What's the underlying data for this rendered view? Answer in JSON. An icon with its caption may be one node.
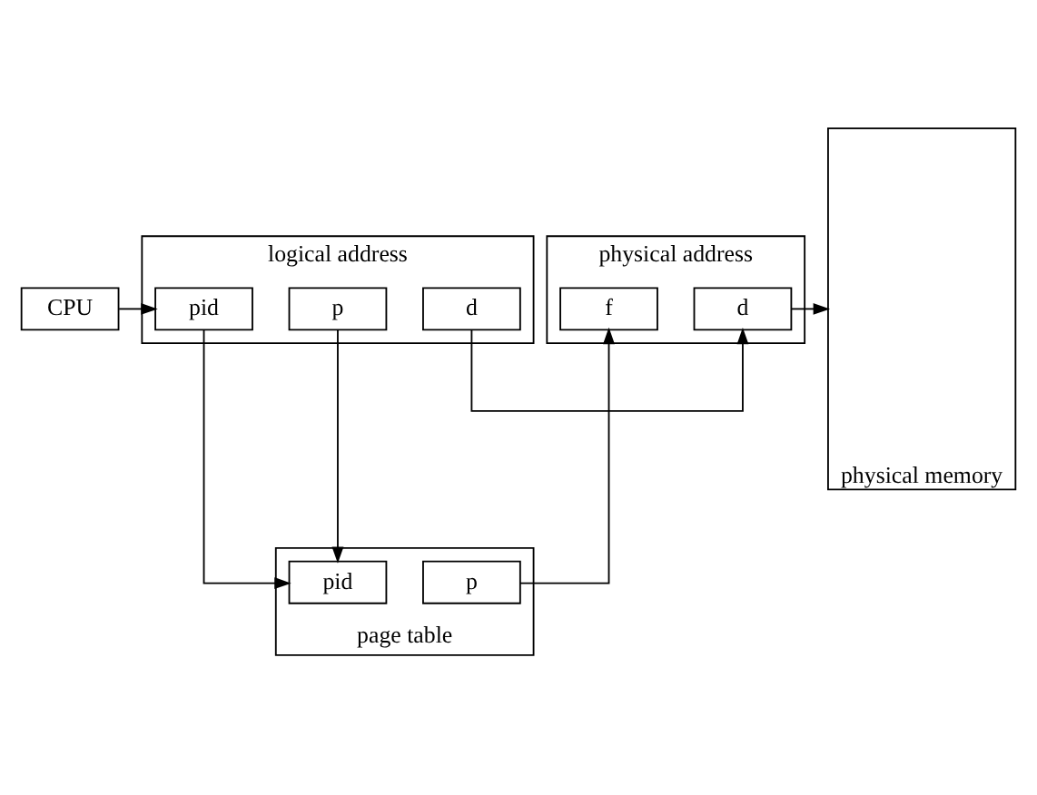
{
  "diagram": {
    "nodes": [
      {
        "text": [
          "CPU"
        ]
      },
      {
        "text": [
          "logical address"
        ]
      },
      {
        "text": [
          "pid"
        ],
        "in": 1
      },
      {
        "text": [
          "p"
        ],
        "in": 1
      },
      {
        "text": [
          "d"
        ],
        "in": 1
      },
      {
        "text": [
          "physical address"
        ]
      },
      {
        "text": [
          "f"
        ],
        "in": 5
      },
      {
        "text": [
          "d"
        ],
        "in": 5
      },
      {
        "text": [
          "page table"
        ]
      },
      {
        "text": [
          "pid"
        ],
        "in": 8
      },
      {
        "text": [
          "p"
        ],
        "in": 8
      },
      {
        "text": [
          "physical memory"
        ]
      }
    ],
    "edges": [
      {
        "from": 0,
        "to": 2,
        "arrow": "to"
      },
      {
        "from": 4,
        "to": 7,
        "arrow": "to"
      },
      {
        "from": 2,
        "to": 9,
        "arrow": "to"
      },
      {
        "from": 3,
        "to": 9,
        "arrow": "to"
      },
      {
        "from": 10,
        "to": 6,
        "arrow": "to"
      },
      {
        "from": 7,
        "to": 11,
        "arrow": "to"
      }
    ]
  }
}
